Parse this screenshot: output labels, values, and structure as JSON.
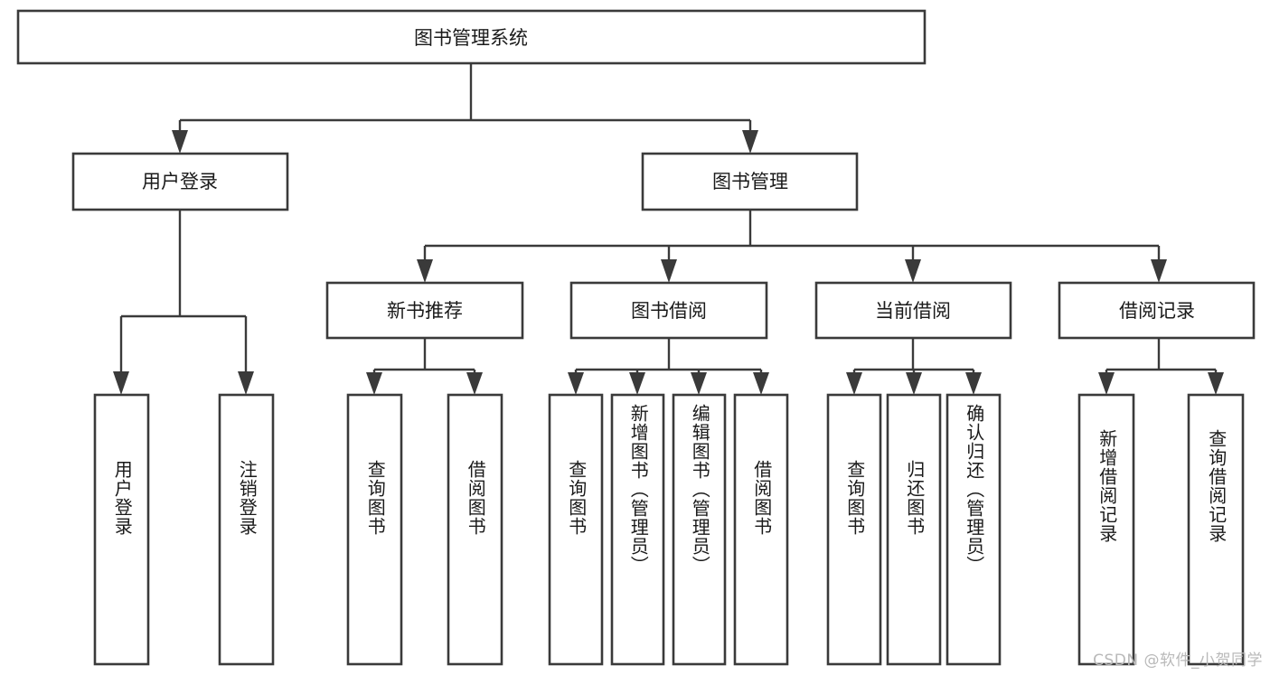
{
  "diagram": {
    "title": "图书管理系统",
    "type": "hierarchy-tree",
    "root": {
      "id": "root",
      "label": "图书管理系统",
      "orientation": "horizontal"
    },
    "level2": [
      {
        "id": "user-login",
        "label": "用户登录",
        "orientation": "horizontal"
      },
      {
        "id": "book-management",
        "label": "图书管理",
        "orientation": "horizontal"
      }
    ],
    "level3": [
      {
        "id": "new-book-recommend",
        "label": "新书推荐",
        "orientation": "horizontal",
        "parent": "book-management"
      },
      {
        "id": "book-borrow",
        "label": "图书借阅",
        "orientation": "horizontal",
        "parent": "book-management"
      },
      {
        "id": "current-borrow",
        "label": "当前借阅",
        "orientation": "horizontal",
        "parent": "book-management"
      },
      {
        "id": "borrow-record",
        "label": "借阅记录",
        "orientation": "horizontal",
        "parent": "book-management"
      }
    ],
    "leaves": [
      {
        "id": "leaf-user-login",
        "label": "用户登录",
        "orientation": "vertical",
        "parent": "user-login"
      },
      {
        "id": "leaf-logout",
        "label": "注销登录",
        "orientation": "vertical",
        "parent": "user-login"
      },
      {
        "id": "leaf-query-book-1",
        "label": "查询图书",
        "orientation": "vertical",
        "parent": "new-book-recommend"
      },
      {
        "id": "leaf-borrow-book-1",
        "label": "借阅图书",
        "orientation": "vertical",
        "parent": "new-book-recommend"
      },
      {
        "id": "leaf-query-book-2",
        "label": "查询图书",
        "orientation": "vertical",
        "parent": "book-borrow"
      },
      {
        "id": "leaf-add-book",
        "label": "新增图书（管理员）",
        "orientation": "vertical",
        "parent": "book-borrow"
      },
      {
        "id": "leaf-edit-book",
        "label": "编辑图书（管理员）",
        "orientation": "vertical",
        "parent": "book-borrow"
      },
      {
        "id": "leaf-borrow-book-2",
        "label": "借阅图书",
        "orientation": "vertical",
        "parent": "book-borrow"
      },
      {
        "id": "leaf-query-book-3",
        "label": "查询图书",
        "orientation": "vertical",
        "parent": "current-borrow"
      },
      {
        "id": "leaf-return-book",
        "label": "归还图书",
        "orientation": "vertical",
        "parent": "current-borrow"
      },
      {
        "id": "leaf-confirm-return",
        "label": "确认归还（管理员）",
        "orientation": "vertical",
        "parent": "current-borrow"
      },
      {
        "id": "leaf-add-record",
        "label": "新增借阅记录",
        "orientation": "vertical",
        "parent": "borrow-record"
      },
      {
        "id": "leaf-query-record",
        "label": "查询借阅记录",
        "orientation": "vertical",
        "parent": "borrow-record"
      }
    ],
    "watermark": "CSDN @软件_小贺同学",
    "colors": {
      "box_stroke": "#3a3a3a",
      "box_fill": "#ffffff",
      "connector": "#3a3a3a",
      "text": "#1a1a1a",
      "watermark": "#b9b9b9",
      "background": "#ffffff"
    }
  }
}
